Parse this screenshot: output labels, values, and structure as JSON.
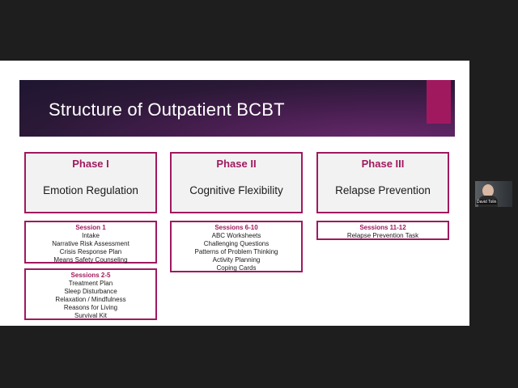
{
  "slide": {
    "title": "Structure of Outpatient BCBT",
    "phases": [
      {
        "label": "Phase I",
        "name": "Emotion Regulation"
      },
      {
        "label": "Phase II",
        "name": "Cognitive Flexibility"
      },
      {
        "label": "Phase III",
        "name": "Relapse Prevention"
      }
    ],
    "sessions": [
      {
        "title": "Session 1",
        "items": [
          "Intake",
          "Narrative Risk Assessment",
          "Crisis Response Plan",
          "Means Safety Counseling"
        ]
      },
      {
        "title": "Sessions 2-5",
        "items": [
          "Treatment Plan",
          "Sleep Disturbance",
          "Relaxation / Mindfulness",
          "Reasons for Living",
          "Survival Kit"
        ]
      },
      {
        "title": "Sessions 6-10",
        "items": [
          "ABC Worksheets",
          "Challenging Questions",
          "Patterns of Problem Thinking",
          "Activity Planning",
          "Coping Cards"
        ]
      },
      {
        "title": "Sessions 11-12",
        "items": [
          "Relapse Prevention Task"
        ]
      }
    ],
    "colors": {
      "accent": "#a0195f",
      "banner_dark": "#1e1630",
      "banner_purple": "#6a2a6e"
    }
  },
  "webcam": {
    "participant_name": "David Tolin"
  }
}
